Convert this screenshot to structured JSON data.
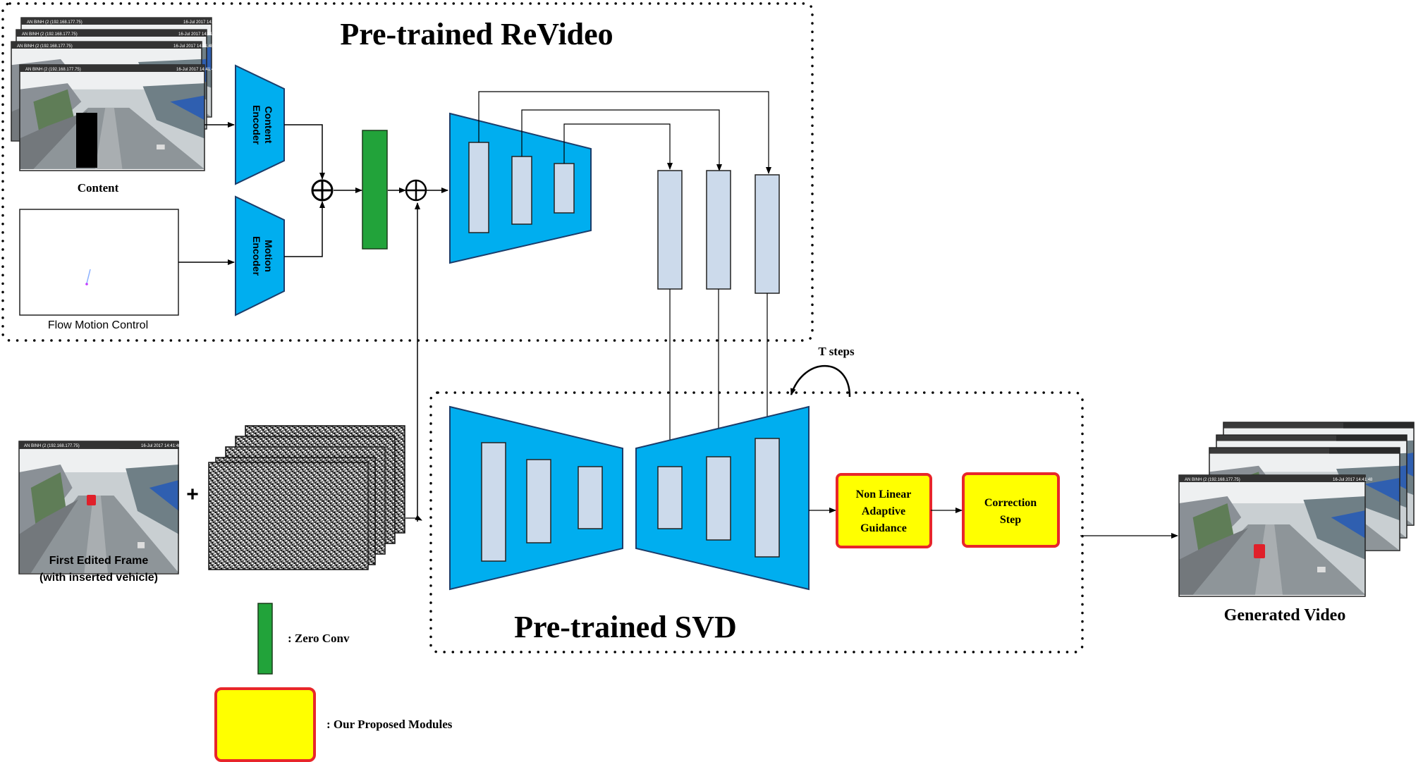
{
  "revideo_title": "Pre-trained ReVideo",
  "svd_title": "Pre-trained SVD",
  "content_label": "Content",
  "flow_label": "Flow Motion Control",
  "content_encoder": [
    "Content",
    "Encoder"
  ],
  "motion_encoder": [
    "Motion",
    "Encoder"
  ],
  "first_frame_label": [
    "First Edited Frame",
    "(with inserted vehicle)"
  ],
  "plus_sign": "+",
  "t_steps": "T steps",
  "nlag_label": [
    "Non Linear",
    "Adaptive",
    "Guidance"
  ],
  "correction_label": [
    "Correction",
    "Step"
  ],
  "generated_label": "Generated Video",
  "legend": {
    "zero_conv": ": Zero Conv",
    "proposed": ": Our Proposed Modules"
  },
  "frame_overlay": {
    "camera": "AN BINH (2 (192.168.177.75)",
    "time": "16-Jul 2017 14:41:48"
  },
  "colors": {
    "encoder_blue": "#00aeef",
    "block_fill": "#ccdaeb",
    "zero_conv_green": "#22a33a",
    "module_yellow": "#ffff00",
    "module_border": "#e8262a"
  }
}
